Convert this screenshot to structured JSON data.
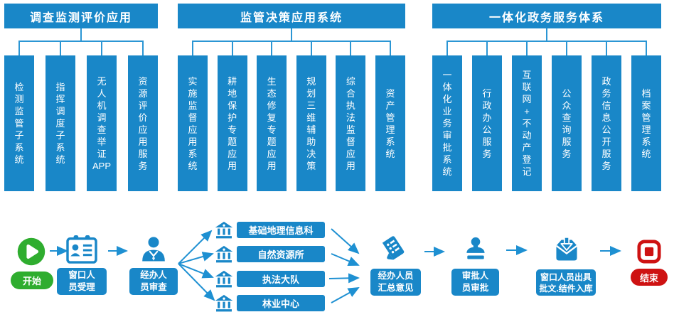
{
  "colors": {
    "primary_blue": "#1987c8",
    "connector_blue": "#2b96d4",
    "arrow_blue": "#1e90d2",
    "start_green": "#2fad2f",
    "end_red": "#ce1212"
  },
  "org_groups": [
    {
      "title": "调查监测评价应用",
      "children": [
        "检测监管子系统",
        "指挥调度子系统",
        "无人机调查举证APP",
        "资源评价应用服务"
      ]
    },
    {
      "title": "监管决策应用系统",
      "children": [
        "实施监督应用系统",
        "耕地保护专题应用",
        "生态修复专题应用",
        "规划三维辅助决策",
        "综合执法监督应用",
        "资产管理系统"
      ]
    },
    {
      "title": "一体化政务服务体系",
      "children": [
        "一体化业务审批系统",
        "行政办公服务",
        "互联网+不动产登记",
        "公众查询服务",
        "政务信息公开服务",
        "档案管理系统"
      ]
    }
  ],
  "flow": {
    "start_label": "开始",
    "end_label": "结束",
    "start_icon": "play-icon",
    "end_icon": "stop-icon",
    "steps": [
      {
        "id": "window-reception",
        "icon": "id-card-icon",
        "lines": [
          "窗口人",
          "员受理"
        ]
      },
      {
        "id": "handler-review",
        "icon": "person-icon",
        "lines": [
          "经办人",
          "员审查"
        ]
      },
      {
        "id": "handler-summary",
        "icon": "receipt-icon",
        "lines": [
          "经办人员",
          "汇总意见"
        ]
      },
      {
        "id": "approver-approval",
        "icon": "stamp-icon",
        "lines": [
          "审批人",
          "员审批"
        ]
      },
      {
        "id": "window-issue",
        "icon": "inbox-download-icon",
        "lines": [
          "窗口人员出具",
          "批文.结件入库"
        ]
      }
    ],
    "departments": [
      {
        "icon": "bank-icon",
        "label": "基础地理信息科"
      },
      {
        "icon": "bank-icon",
        "label": "自然资源所"
      },
      {
        "icon": "bank-icon",
        "label": "执法大队"
      },
      {
        "icon": "bank-icon",
        "label": "林业中心"
      }
    ]
  }
}
